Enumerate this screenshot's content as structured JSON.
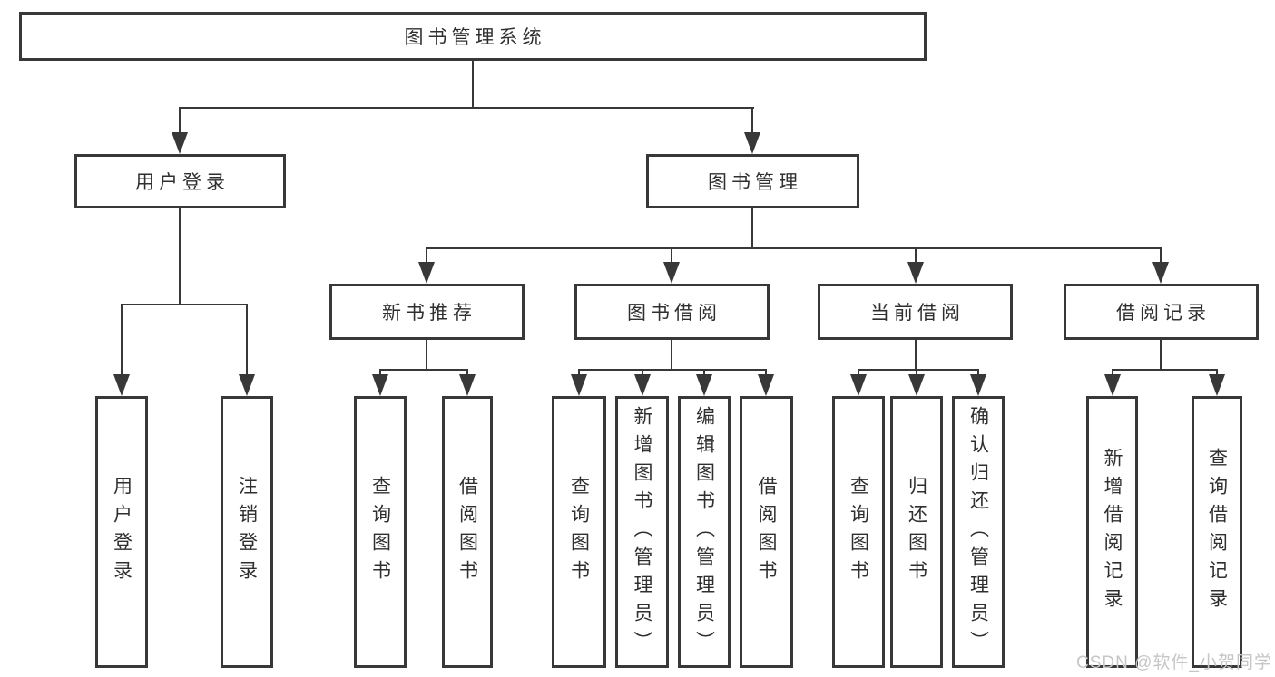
{
  "colors": {
    "line": "#383838",
    "text": "#2f2f2f",
    "watermark": "#c6c6c6",
    "box_fill": "#ffffff",
    "background": "#ffffff"
  },
  "watermark": "CSDN @软件_小贺同学",
  "tree": {
    "root": "图书管理系统",
    "children": [
      {
        "label": "用户登录",
        "children": [
          "用户登录",
          "注销登录"
        ]
      },
      {
        "label": "图书管理",
        "children": [
          {
            "label": "新书推荐",
            "children": [
              "查询图书",
              "借阅图书"
            ]
          },
          {
            "label": "图书借阅",
            "children": [
              "查询图书",
              "新增图书（管理员）",
              "编辑图书（管理员）",
              "借阅图书"
            ]
          },
          {
            "label": "当前借阅",
            "children": [
              "查询图书",
              "归还图书",
              "确认归还（管理员）"
            ]
          },
          {
            "label": "借阅记录",
            "children": [
              "新增借阅记录",
              "查询借阅记录"
            ]
          }
        ]
      }
    ]
  }
}
